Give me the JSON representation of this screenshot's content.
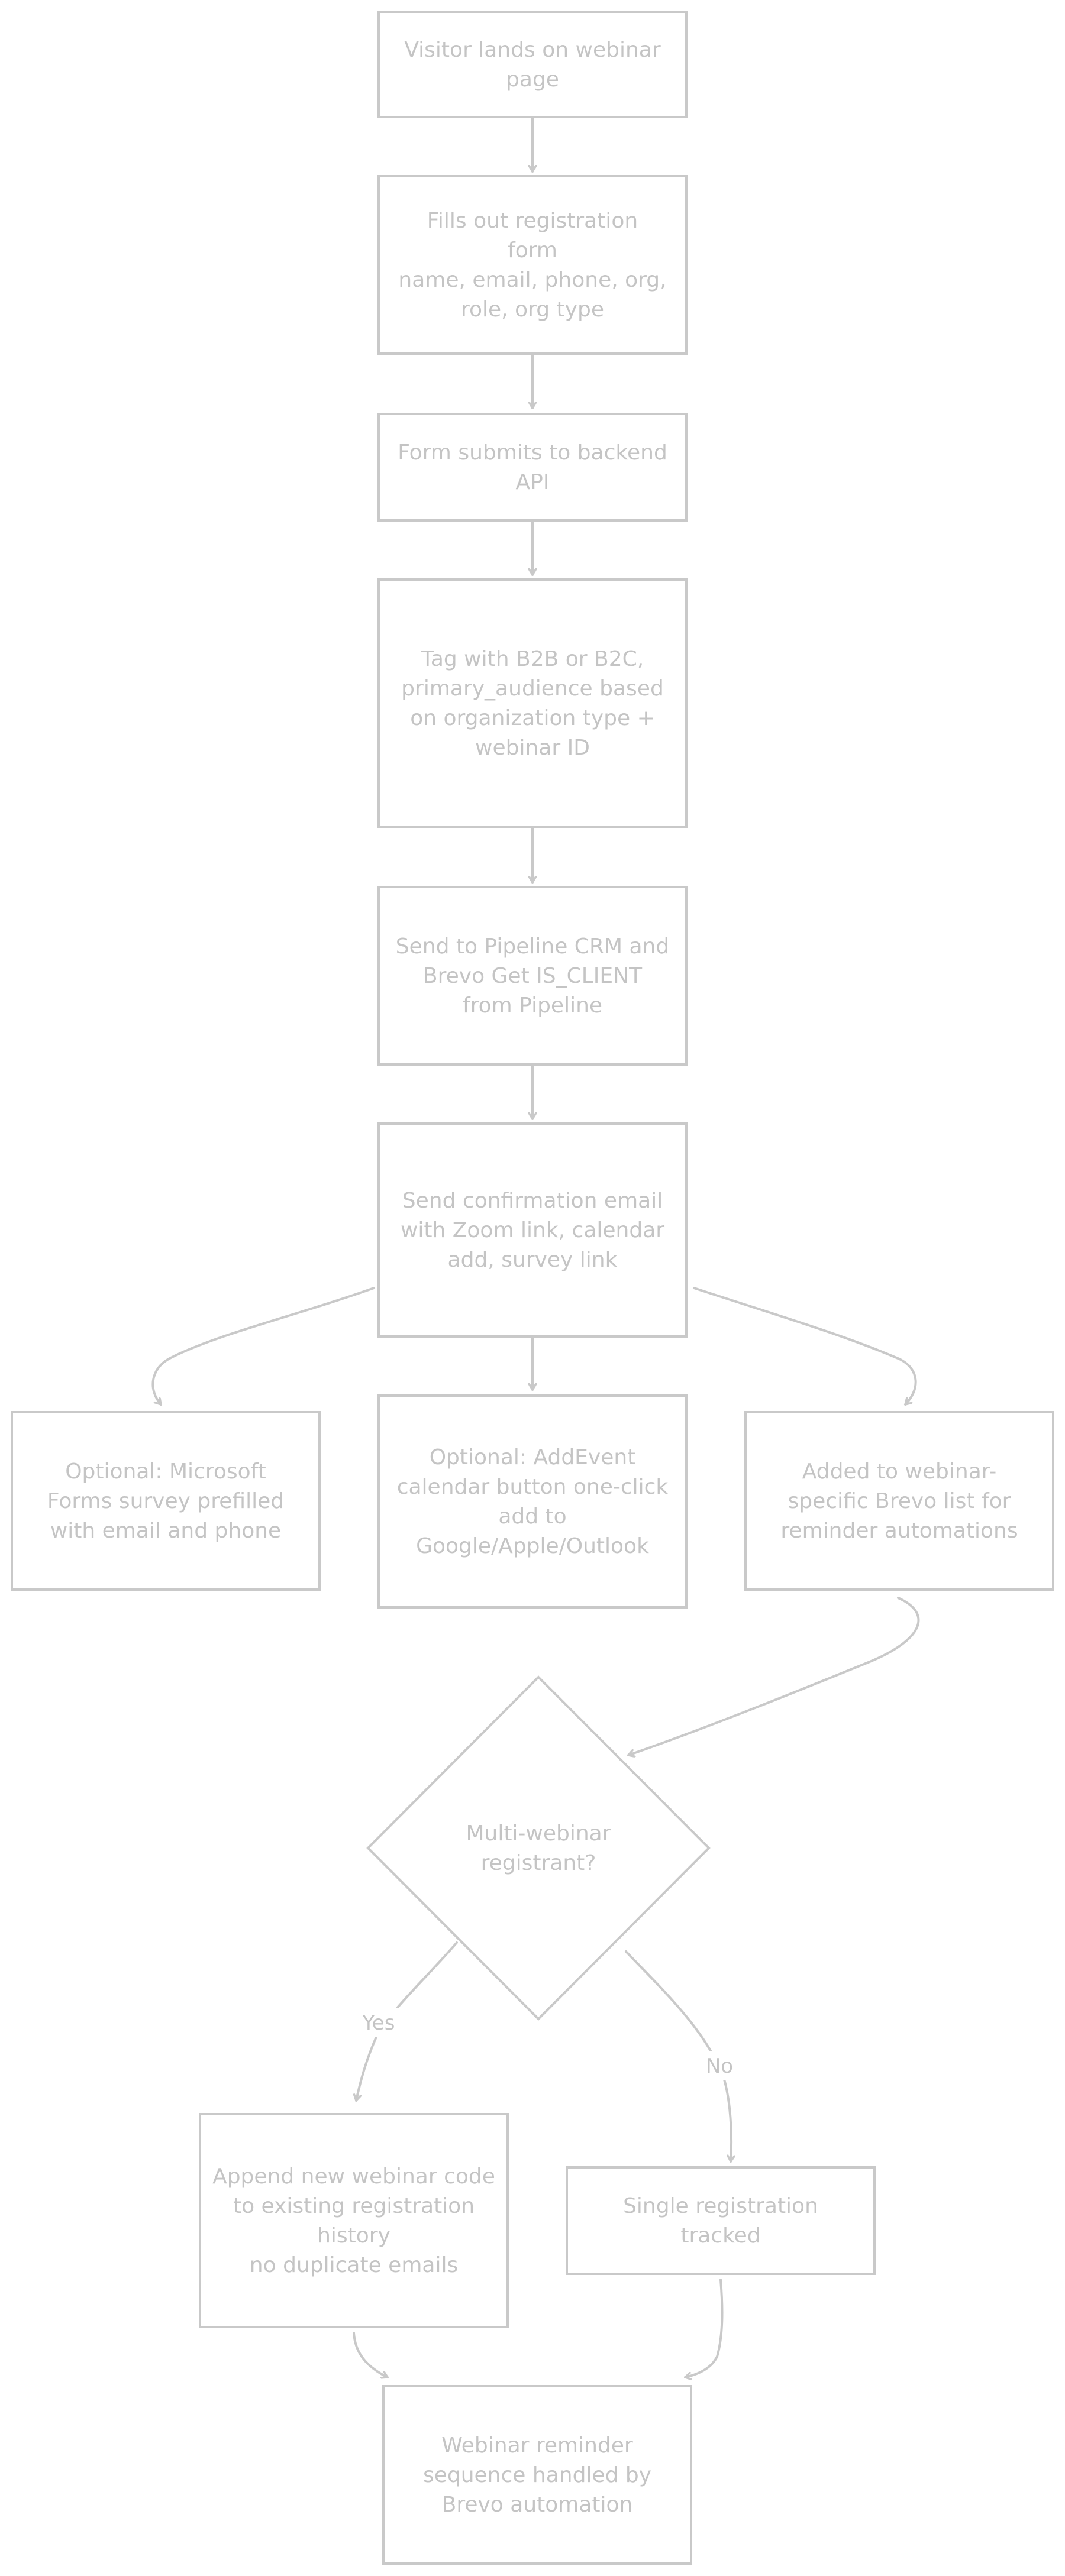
{
  "diagram": {
    "nodes": {
      "visitor": {
        "lines": [
          "Visitor lands on webinar",
          "page"
        ]
      },
      "form": {
        "lines": [
          "Fills out registration",
          "form",
          "name, email, phone, org,",
          "role, org type"
        ]
      },
      "api": {
        "lines": [
          "Form submits to backend",
          "API"
        ]
      },
      "tag": {
        "lines": [
          "Tag with B2B or B2C,",
          "primary_audience based",
          "on organization type +",
          "webinar ID"
        ]
      },
      "crm": {
        "lines": [
          "Send to Pipeline CRM and",
          "Brevo Get IS_CLIENT",
          "from Pipeline"
        ]
      },
      "email": {
        "lines": [
          "Send confirmation email",
          "with Zoom link, calendar",
          "add, survey link"
        ]
      },
      "survey": {
        "lines": [
          "Optional: Microsoft",
          "Forms survey prefilled",
          "with email and phone"
        ]
      },
      "calendar": {
        "lines": [
          "Optional: AddEvent",
          "calendar button one-click",
          "add to",
          "Google/Apple/Outlook"
        ]
      },
      "list": {
        "lines": [
          "Added to webinar-",
          "specific Brevo list for",
          "reminder automations"
        ]
      },
      "decision": {
        "lines": [
          "Multi-webinar",
          "registrant?"
        ]
      },
      "append": {
        "lines": [
          "Append new webinar code",
          "to existing registration",
          "history",
          "no duplicate emails"
        ]
      },
      "single": {
        "lines": [
          "Single registration",
          "tracked"
        ]
      },
      "reminder": {
        "lines": [
          "Webinar reminder",
          "sequence handled by",
          "Brevo automation"
        ]
      }
    },
    "edge_labels": {
      "yes": "Yes",
      "no": "No"
    }
  }
}
